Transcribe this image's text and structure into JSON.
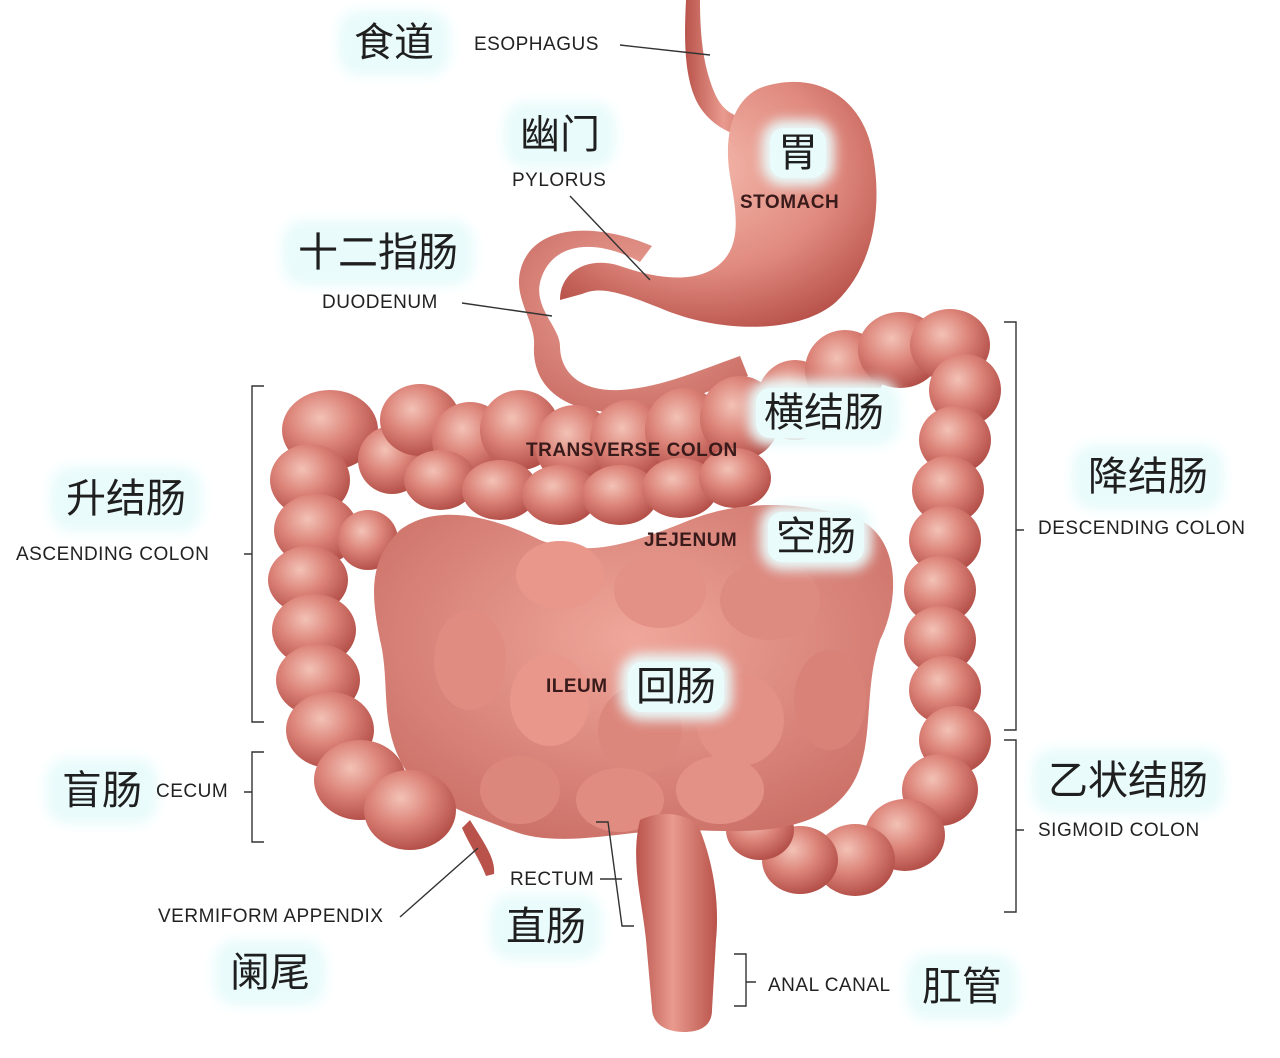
{
  "labels": {
    "esophagus": {
      "zh": "食道",
      "en": "ESOPHAGUS"
    },
    "pylorus": {
      "zh": "幽门",
      "en": "PYLORUS"
    },
    "stomach": {
      "zh": "胃",
      "en": "STOMACH"
    },
    "duodenum": {
      "zh": "十二指肠",
      "en": "DUODENUM"
    },
    "transverse_colon": {
      "zh": "横结肠",
      "en": "TRANSVERSE COLON"
    },
    "ascending_colon": {
      "zh": "升结肠",
      "en": "ASCENDING COLON"
    },
    "descending_colon": {
      "zh": "降结肠",
      "en": "DESCENDING COLON"
    },
    "jejenum": {
      "zh": "空肠",
      "en": "JEJENUM"
    },
    "ileum": {
      "zh": "回肠",
      "en": "ILEUM"
    },
    "cecum": {
      "zh": "盲肠",
      "en": "CECUM"
    },
    "sigmoid_colon": {
      "zh": "乙状结肠",
      "en": "SIGMOID COLON"
    },
    "rectum": {
      "zh": "直肠",
      "en": "RECTUM"
    },
    "appendix": {
      "zh": "阑尾",
      "en": "VERMIFORM APPENDIX"
    },
    "anal_canal": {
      "zh": "肛管",
      "en": "ANAL CANAL"
    }
  },
  "colors": {
    "organ": "#d9776e",
    "organ_dark": "#a8423c",
    "organ_light": "#f1b3a6",
    "label_bg": "#e9fbfb",
    "line": "#333333"
  }
}
